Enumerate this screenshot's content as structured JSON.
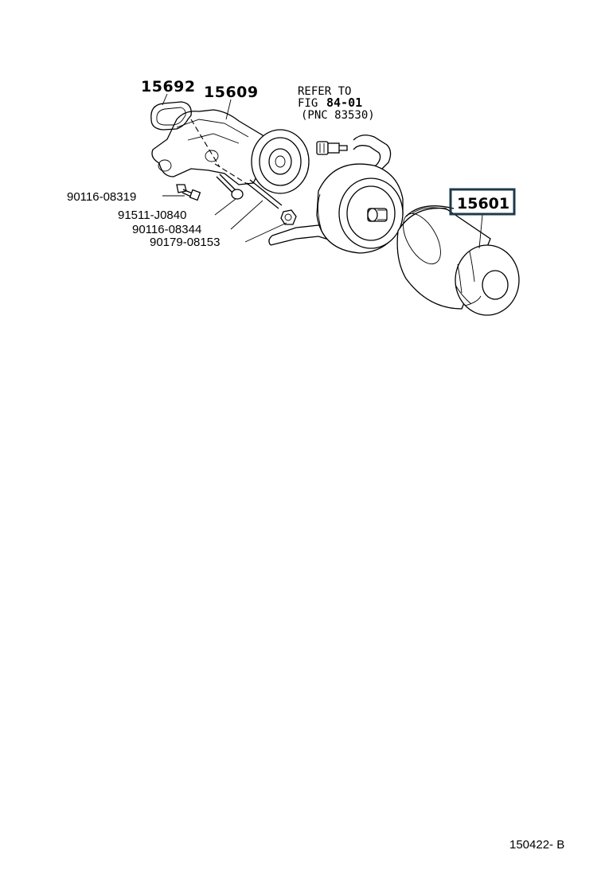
{
  "diagram": {
    "parts": {
      "gasket": "15692",
      "bracket": "15609",
      "oil_filter": "15601"
    },
    "refer": {
      "line1": "REFER TO",
      "line2_prefix": "FIG",
      "line2_fig": "84-01",
      "line3": "(PNC 83530)"
    },
    "fasteners": {
      "bolt_a": "90116-08319",
      "bolt_b": "91511-J0840",
      "stud": "90116-08344",
      "nut": "90179-08153"
    },
    "footer_code": "150422- B",
    "colors": {
      "highlight_border": "#1e3a4a"
    }
  }
}
